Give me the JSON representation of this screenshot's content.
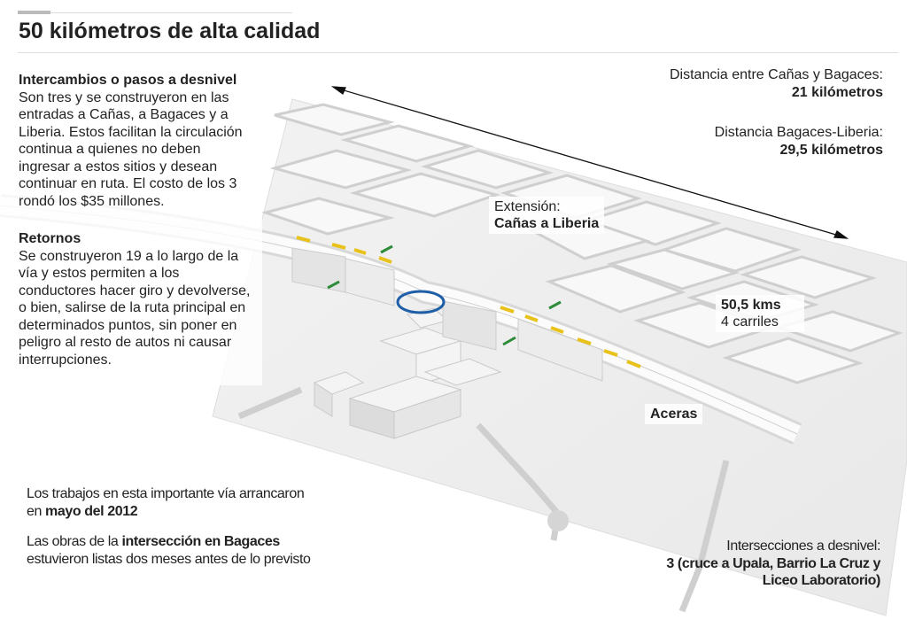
{
  "title": "50 kilómetros de alta calidad",
  "intercambios": {
    "heading": "Intercambios o pasos a desnivel",
    "body": "Son tres y se construyeron en las entradas a Cañas, a Bagaces y a Liberia. Estos facilitan la circulación continua a quienes no deben ingresar a estos sitios y desean continuar en ruta. El costo de los 3 rondó los $35 millones."
  },
  "retornos": {
    "heading": "Retornos",
    "body": "Se construyeron 19 a lo largo de la vía y estos permiten a los conductores hacer giro y devolverse, o bien, salirse de la ruta principal en determinados puntos, sin poner en peligro al resto de autos ni causar interrupciones."
  },
  "distancia1": {
    "label": "Distancia entre Cañas y Bagaces:",
    "value": "21 kilómetros"
  },
  "distancia2": {
    "label": "Distancia Bagaces-Liberia:",
    "value": "29,5 kilómetros"
  },
  "extension": {
    "label": "Extensión:",
    "value": "Cañas a Liberia"
  },
  "kms": {
    "value": "50,5 kms",
    "lanes": "4 carriles"
  },
  "aceras": "Aceras",
  "trabajos": {
    "pre": "Los trabajos en esta importante vía arrancaron en ",
    "bold": "mayo del 2012"
  },
  "obras": {
    "pre": "Las obras de la ",
    "bold": "intersección en Bagaces",
    "post": " estuvieron listas dos meses antes de lo previsto"
  },
  "intersecciones": {
    "label": "Intersecciones a desnivel:",
    "value": "3 (cruce a Upala, Barrio La Cruz y Liceo Laboratorio)"
  },
  "colors": {
    "lane_marks": "#e8c21a",
    "return_arrows": "#2e8b3a",
    "interchange_ring": "#1f5fa8"
  }
}
